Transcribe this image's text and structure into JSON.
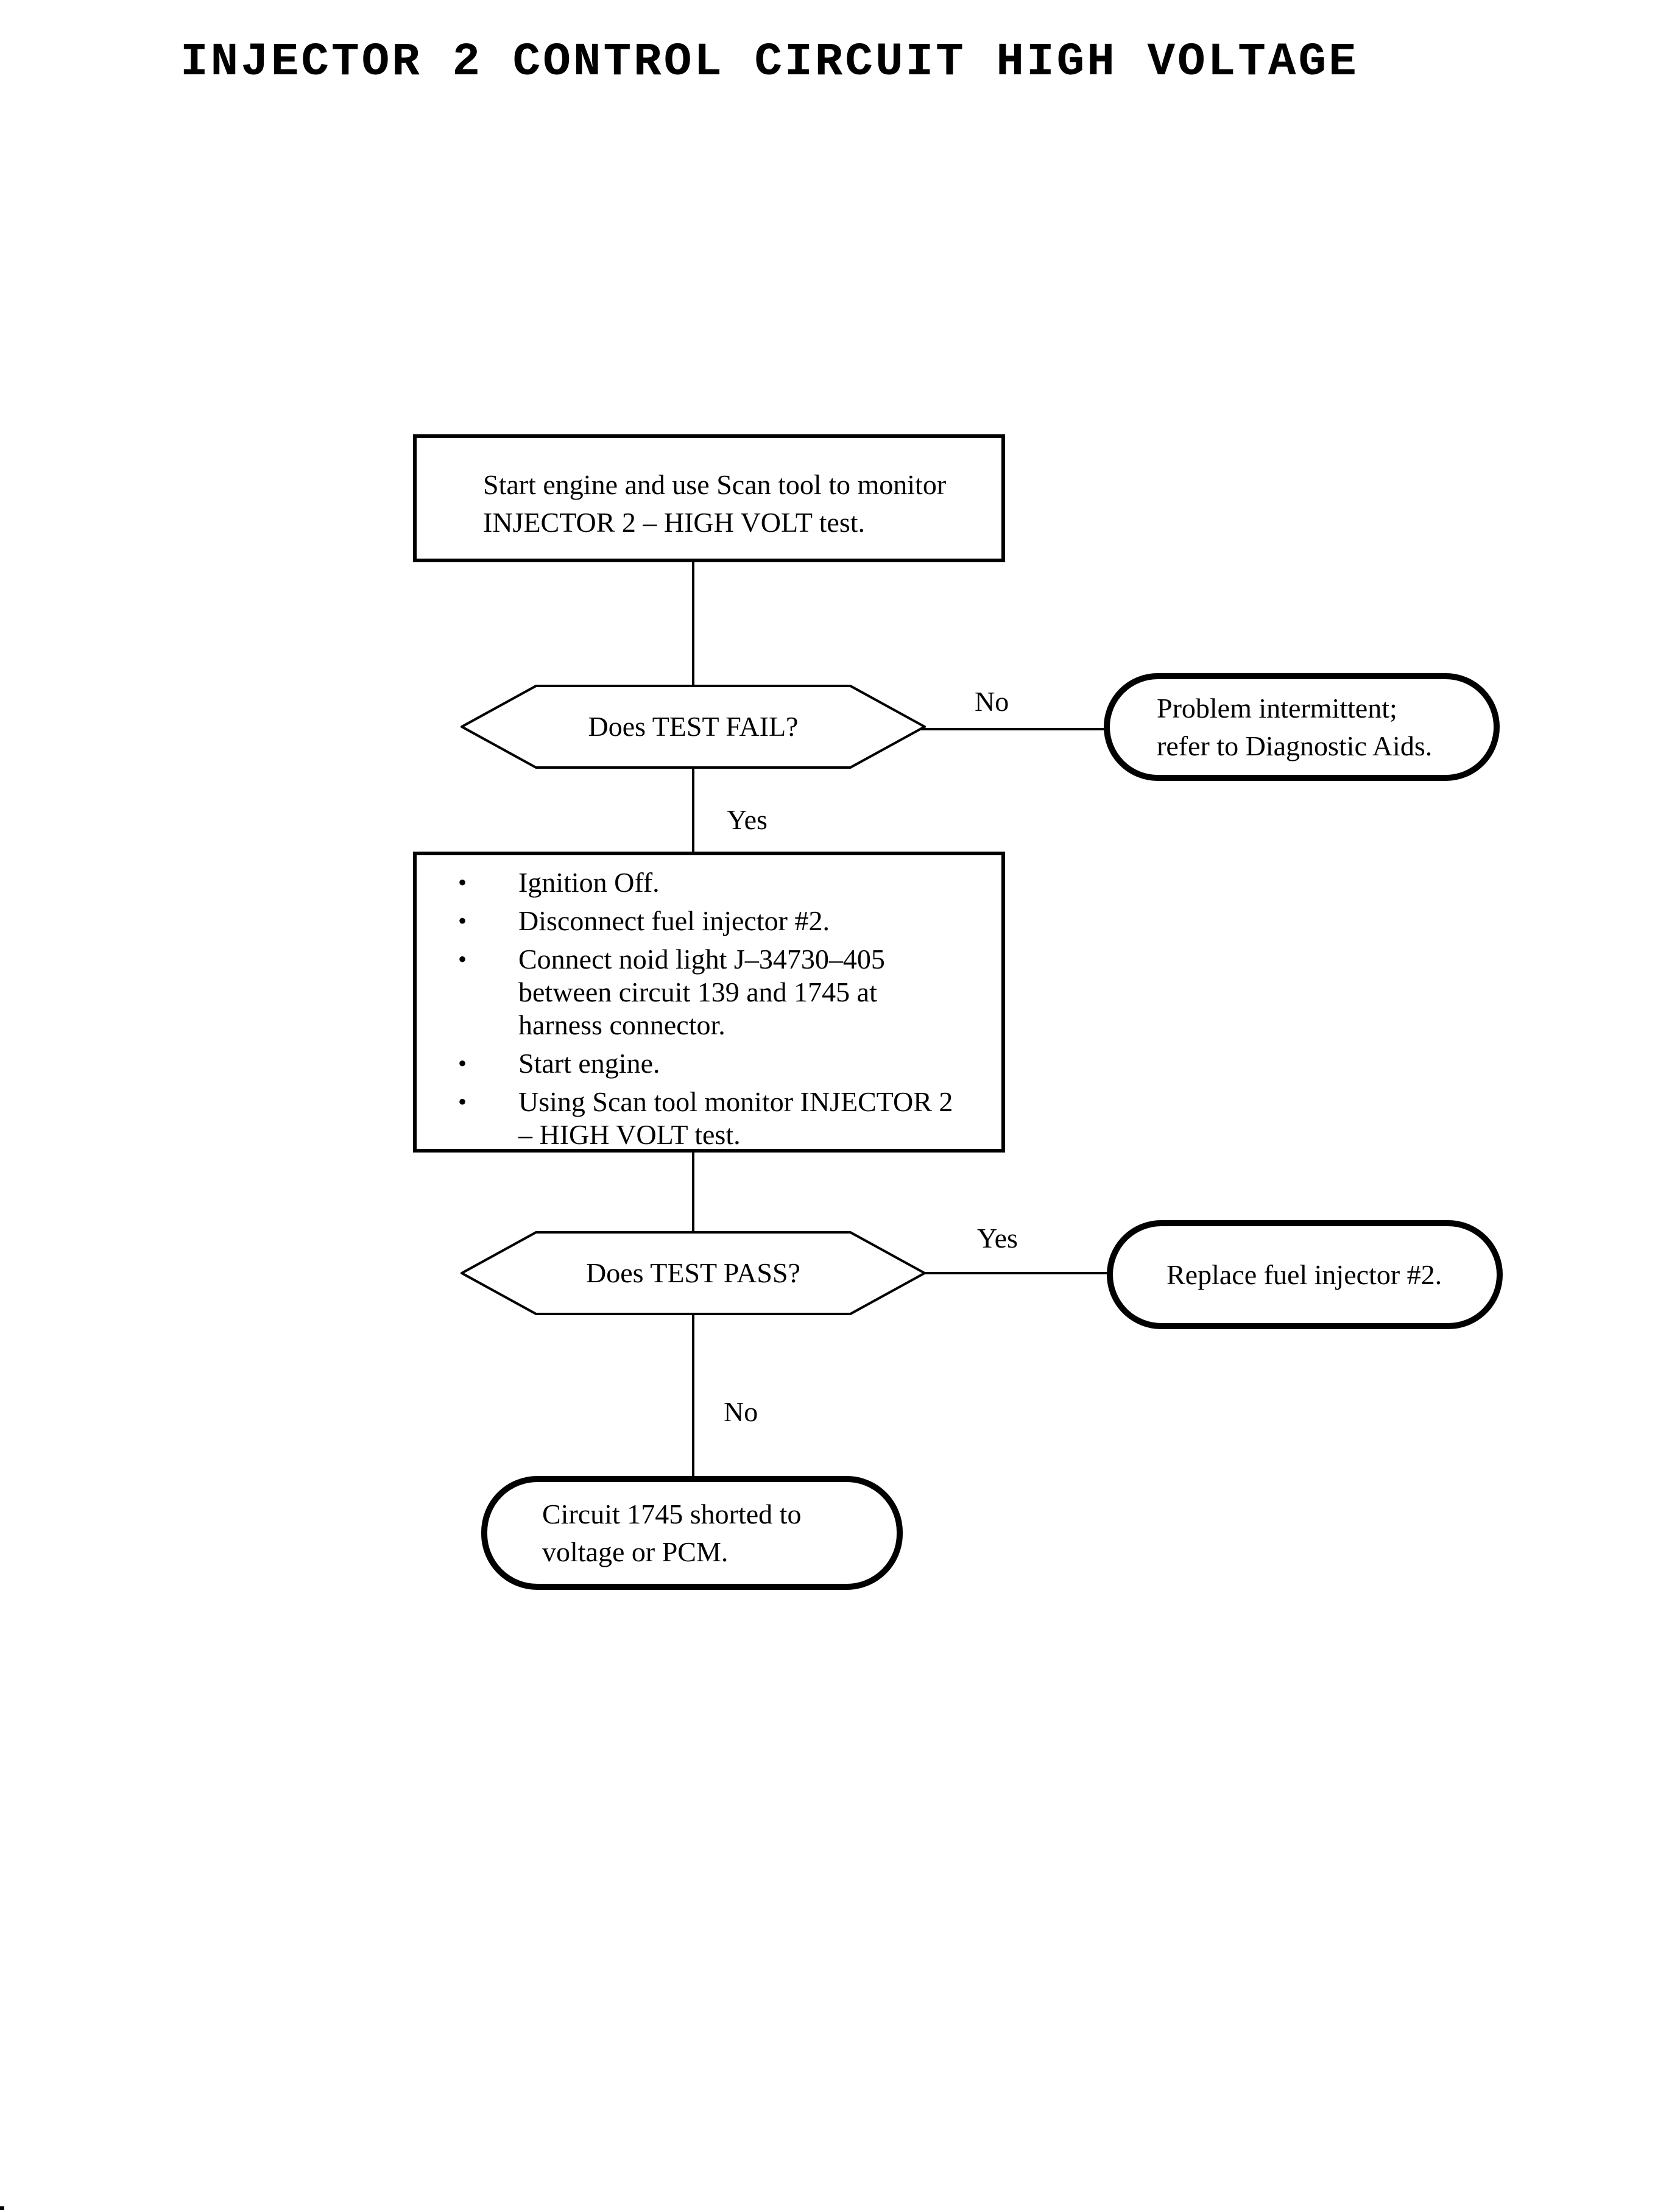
{
  "page": {
    "title": "INJECTOR 2 CONTROL CIRCUIT HIGH VOLTAGE"
  },
  "flow": {
    "start_box": {
      "line1": "Start engine and use Scan tool to monitor",
      "line2": "INJECTOR 2 – HIGH VOLT test."
    },
    "decision_fail": {
      "question": "Does TEST FAIL?"
    },
    "labels": {
      "no1": "No",
      "yes1": "Yes",
      "yes2": "Yes",
      "no2": "No"
    },
    "terminal_intermittent": {
      "line1": "Problem intermittent;",
      "line2": "refer to Diagnostic Aids."
    },
    "action_rows": [
      {
        "bullet": "•",
        "text": "Ignition Off."
      },
      {
        "bullet": "•",
        "text": "Disconnect fuel injector #2."
      },
      {
        "bullet": "•",
        "text": "Connect noid light J–34730–405"
      },
      {
        "bullet": "",
        "text": "between circuit 139 and 1745 at"
      },
      {
        "bullet": "",
        "text": "harness connector."
      },
      {
        "bullet": "•",
        "text": "Start engine."
      },
      {
        "bullet": "•",
        "text": "Using Scan tool monitor INJECTOR 2"
      },
      {
        "bullet": "",
        "text": "– HIGH VOLT test."
      }
    ],
    "decision_pass": {
      "question": "Does TEST PASS?"
    },
    "terminal_replace": {
      "line1": "Replace fuel injector #2."
    },
    "terminal_circuit": {
      "line1": "Circuit 1745 shorted to",
      "line2": "voltage or PCM."
    }
  }
}
